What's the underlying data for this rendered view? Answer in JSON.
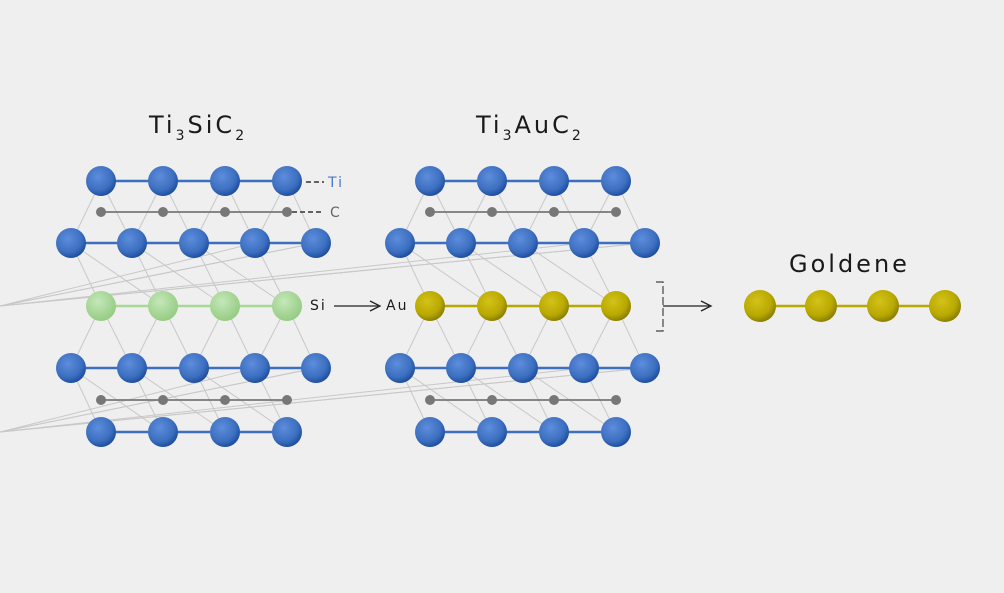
{
  "titles": {
    "left": {
      "main": "Ti",
      "sub1": "3",
      "mid": "SiC",
      "sub2": "2"
    },
    "middle": {
      "main": "Ti",
      "sub1": "3",
      "mid": "AuC",
      "sub2": "2"
    },
    "right": "Goldene"
  },
  "labels": {
    "ti": "Ti",
    "c": "C",
    "si": "Si",
    "au": "Au"
  },
  "colors": {
    "background": "#efefef",
    "ti": "#3d6fc0",
    "ti_dark": "#1f4fa0",
    "ti_label": "#4a78c8",
    "c": "#777777",
    "c_label": "#666666",
    "si": "#a8d898",
    "au": "#b8a800",
    "au_dark": "#8c8000",
    "arrow": "#222222",
    "grid_line": "#c8c8c8"
  }
}
